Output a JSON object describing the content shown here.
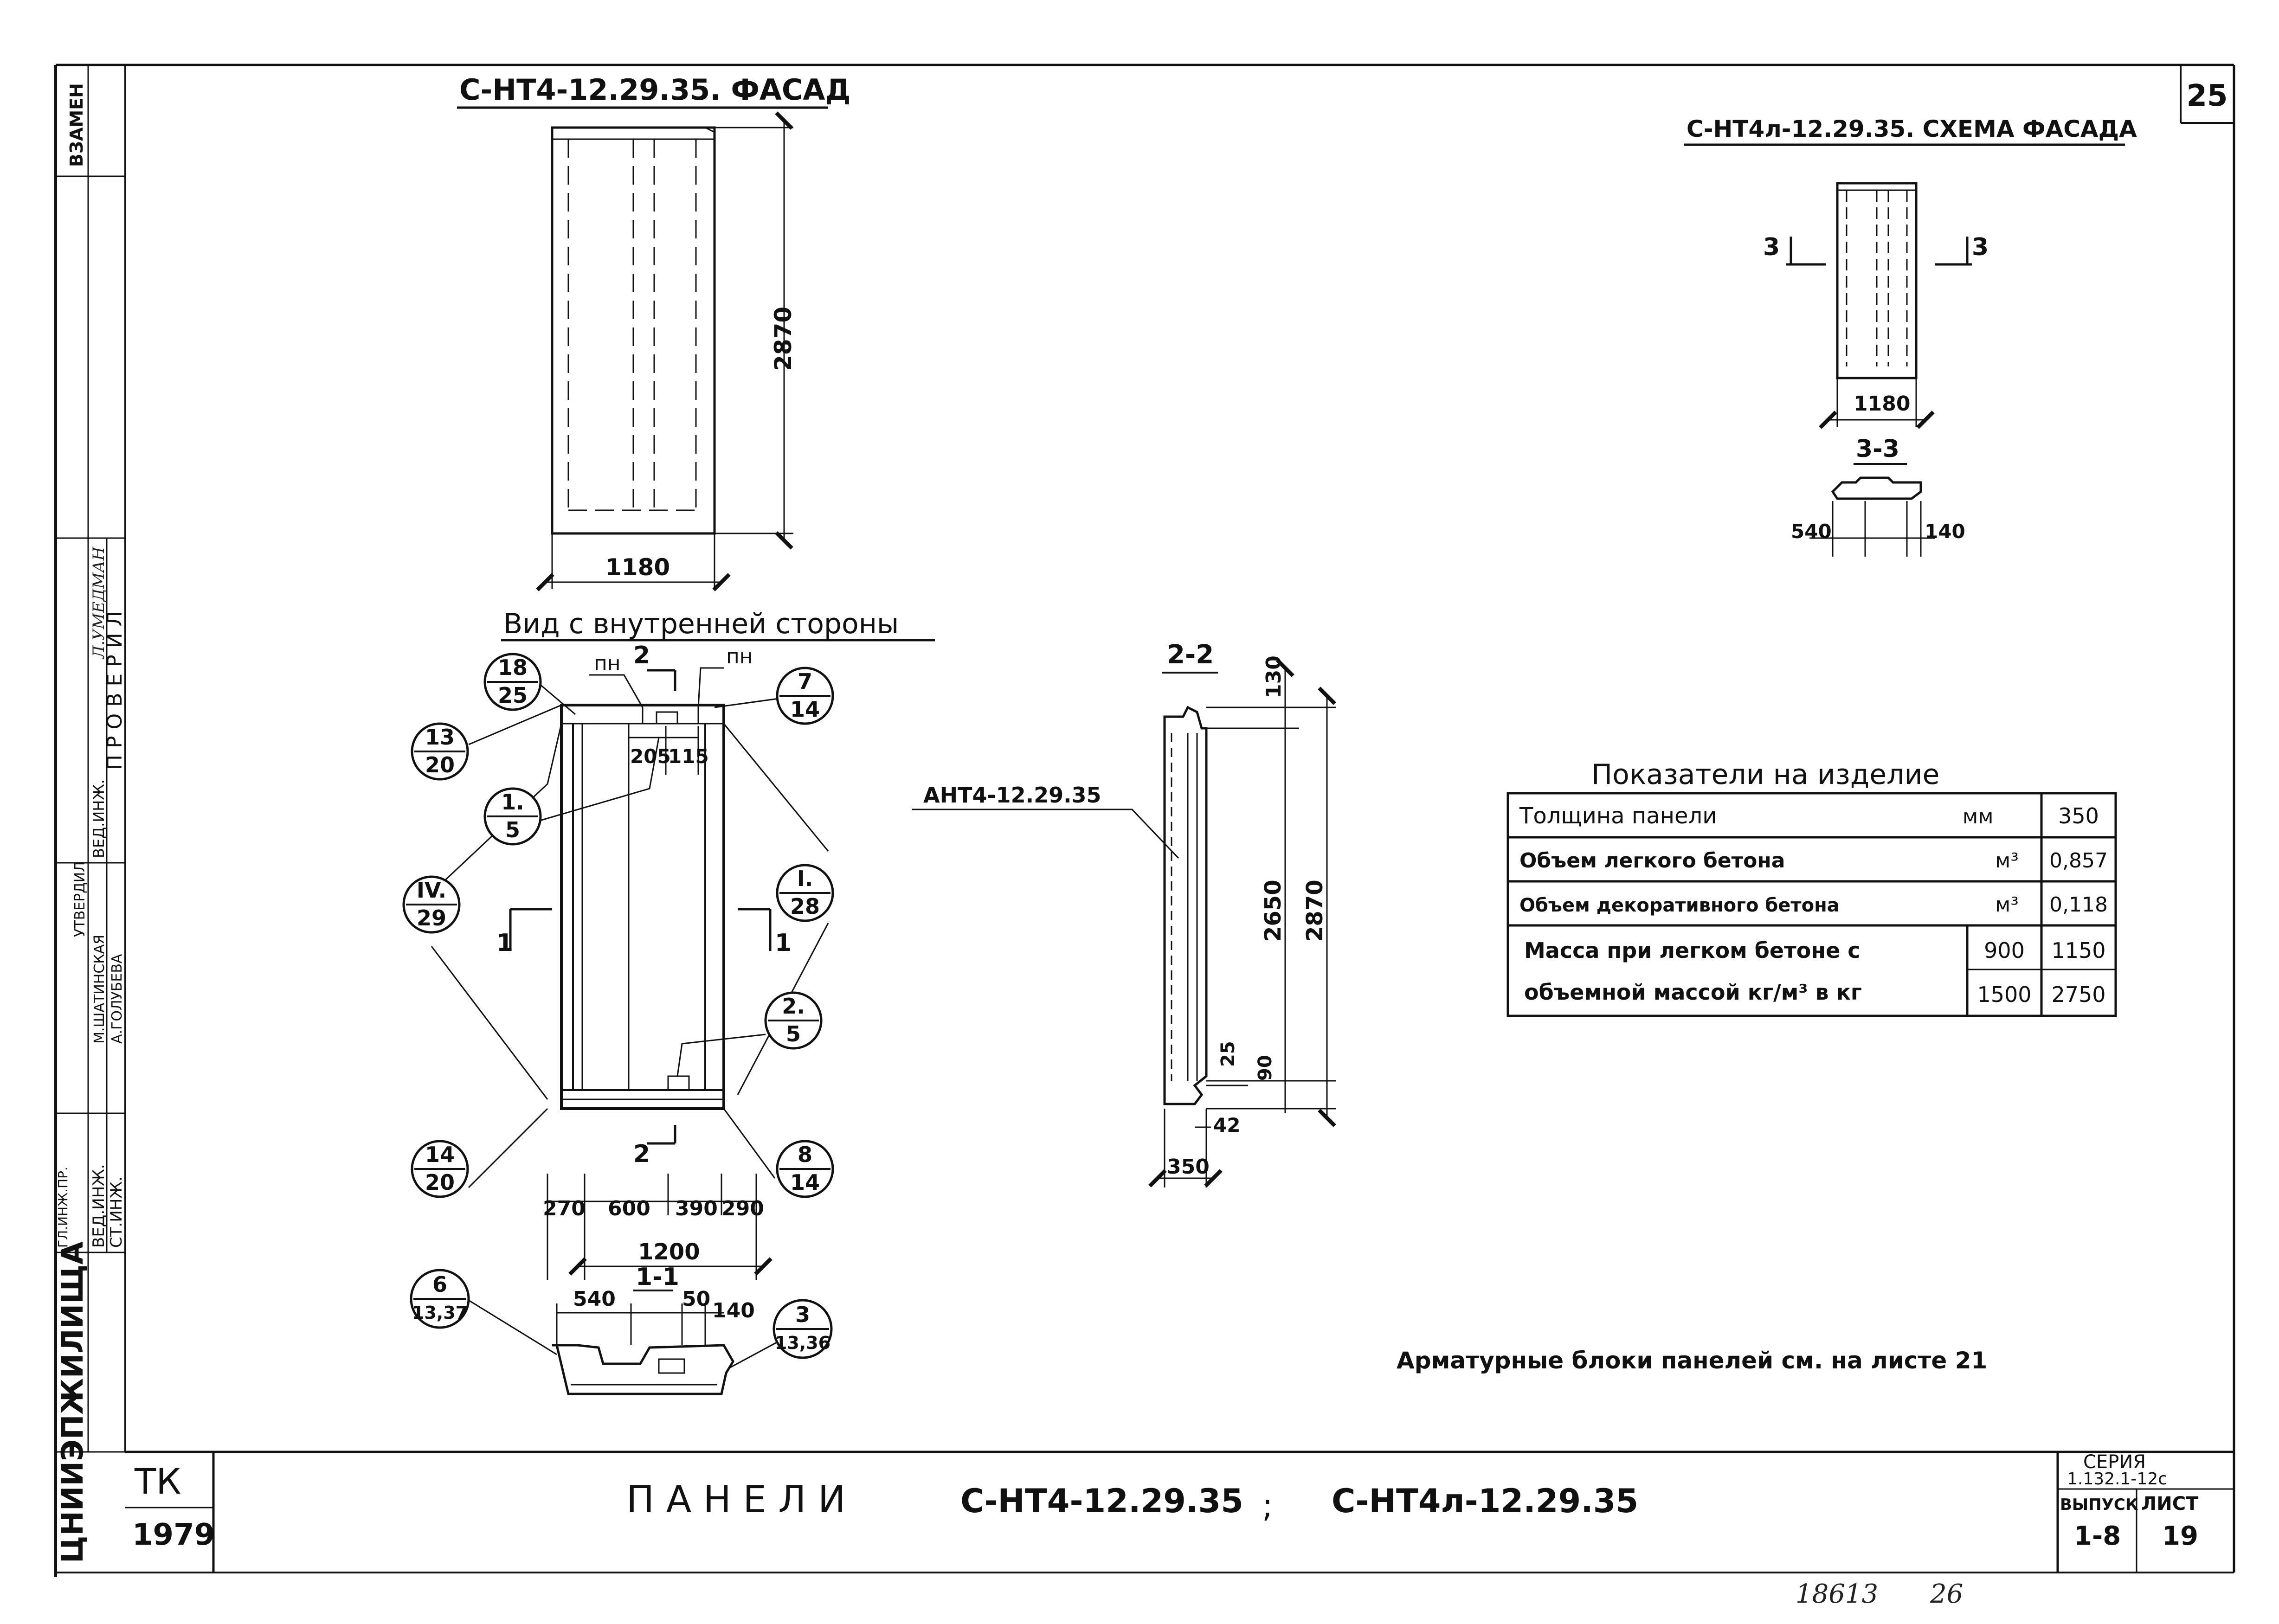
{
  "sheet": {
    "number_top": "25",
    "stamp_number": "18613",
    "stamp_page": "26"
  },
  "left_strip": {
    "org": "ЦНИИЭПЖИЛИЩА",
    "replace": "ВЗАМЕН",
    "checked": "П Р О В Е Р И Л",
    "approved": "УТВЕРДИЛ",
    "roles": [
      "ГЛ.ИНЖ.ПР.",
      "ВЕД.ИНЖ.",
      "СТ.ИНЖ."
    ],
    "names": [
      "М.ШАТИНСКАЯ",
      "А.ГОЛУБЕВА"
    ],
    "checker_role": "ВЕД.ИНЖ.",
    "checker_name": "Л.УМЕДМАН"
  },
  "facade": {
    "title": "С-НТ4-12.29.35. ФАСАД",
    "height": "2870",
    "width": "1180"
  },
  "inside_view": {
    "title": "Вид с внутренней стороны",
    "cut2_top": "2",
    "cut2_bottom": "2",
    "cut1_left": "1",
    "cut1_right": "1",
    "pn_left": "пн",
    "pn_right": "пн",
    "dim_205": "205",
    "dim_115": "115",
    "bottom_dims": [
      "270",
      "600",
      "390",
      "290"
    ],
    "total_width": "1200",
    "callouts": [
      {
        "top": "18",
        "bottom": "25"
      },
      {
        "top": "13",
        "bottom": "20"
      },
      {
        "top": "7",
        "bottom": "14"
      },
      {
        "top": "1.",
        "bottom": "5"
      },
      {
        "top": "IV.",
        "bottom": "29"
      },
      {
        "top": "I.",
        "bottom": "28"
      },
      {
        "top": "2.",
        "bottom": "5"
      },
      {
        "top": "14",
        "bottom": "20"
      },
      {
        "top": "8",
        "bottom": "14"
      },
      {
        "top": "6",
        "bottom": "13,37"
      },
      {
        "top": "3",
        "bottom": "13,36"
      }
    ]
  },
  "section_1_1": {
    "title": "1-1",
    "dims": [
      "540",
      "50",
      "140"
    ]
  },
  "section_2_2": {
    "title": "2-2",
    "label": "АНТ4-12.29.35",
    "dims": [
      "130",
      "2650",
      "2870",
      "25",
      "90",
      "42",
      "350"
    ]
  },
  "scheme": {
    "title": "С-НТ4л-12.29.35. СХЕМА ФАСАДА",
    "cut_left": "3",
    "cut_right": "3",
    "width": "1180",
    "section_title": "3-3",
    "dims": [
      "540",
      "140"
    ]
  },
  "indicators": {
    "title": "Показатели на изделие",
    "rows": [
      {
        "label": "Толщина панели",
        "unit": "мм",
        "value": "350"
      },
      {
        "label": "Объем легкого бетона",
        "unit": "м³",
        "value": "0,857"
      },
      {
        "label": "Объем декоративного бетона",
        "unit": "м³",
        "value": "0,118"
      }
    ],
    "mass_line1": "Масса при легком бетоне с",
    "mass_line2": "объемной массой кг/м³ в кг",
    "mass_rows": [
      {
        "density": "900",
        "mass": "1150"
      },
      {
        "density": "1500",
        "mass": "2750"
      }
    ]
  },
  "note": "Арматурные блоки панелей см. на листе 21",
  "title_block": {
    "code": "ТК",
    "year": "1979",
    "title_word": "П А Н Е Л И",
    "product1": "С-НТ4-12.29.35",
    "sep": ";",
    "product2": "С-НТ4л-12.29.35",
    "series_label": "СЕРИЯ",
    "series": "1.132.1-12с",
    "issue_label": "ВЫПУСК",
    "issue": "1-8",
    "sheet_label": "ЛИСТ",
    "sheet": "19"
  }
}
